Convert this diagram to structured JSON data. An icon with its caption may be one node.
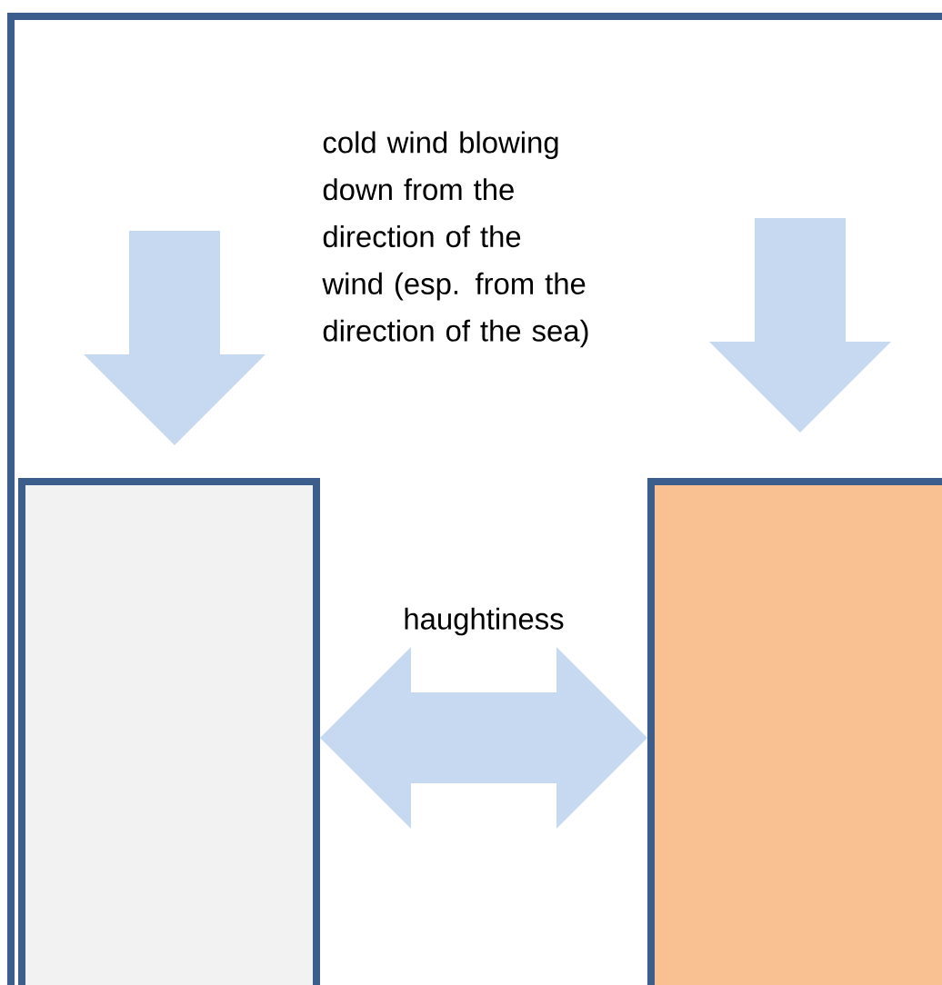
{
  "diagram": {
    "nodes": [
      {
        "text": [],
        "shape": "box"
      },
      {
        "text": [],
        "shape": "box"
      }
    ],
    "edges": [
      {
        "from": 0,
        "to": 1,
        "arrow": "both",
        "label": "haughtiness"
      }
    ],
    "labels": [
      "cold wind blowing down from the direction of the wind (esp. from the direction of the sea)"
    ]
  }
}
